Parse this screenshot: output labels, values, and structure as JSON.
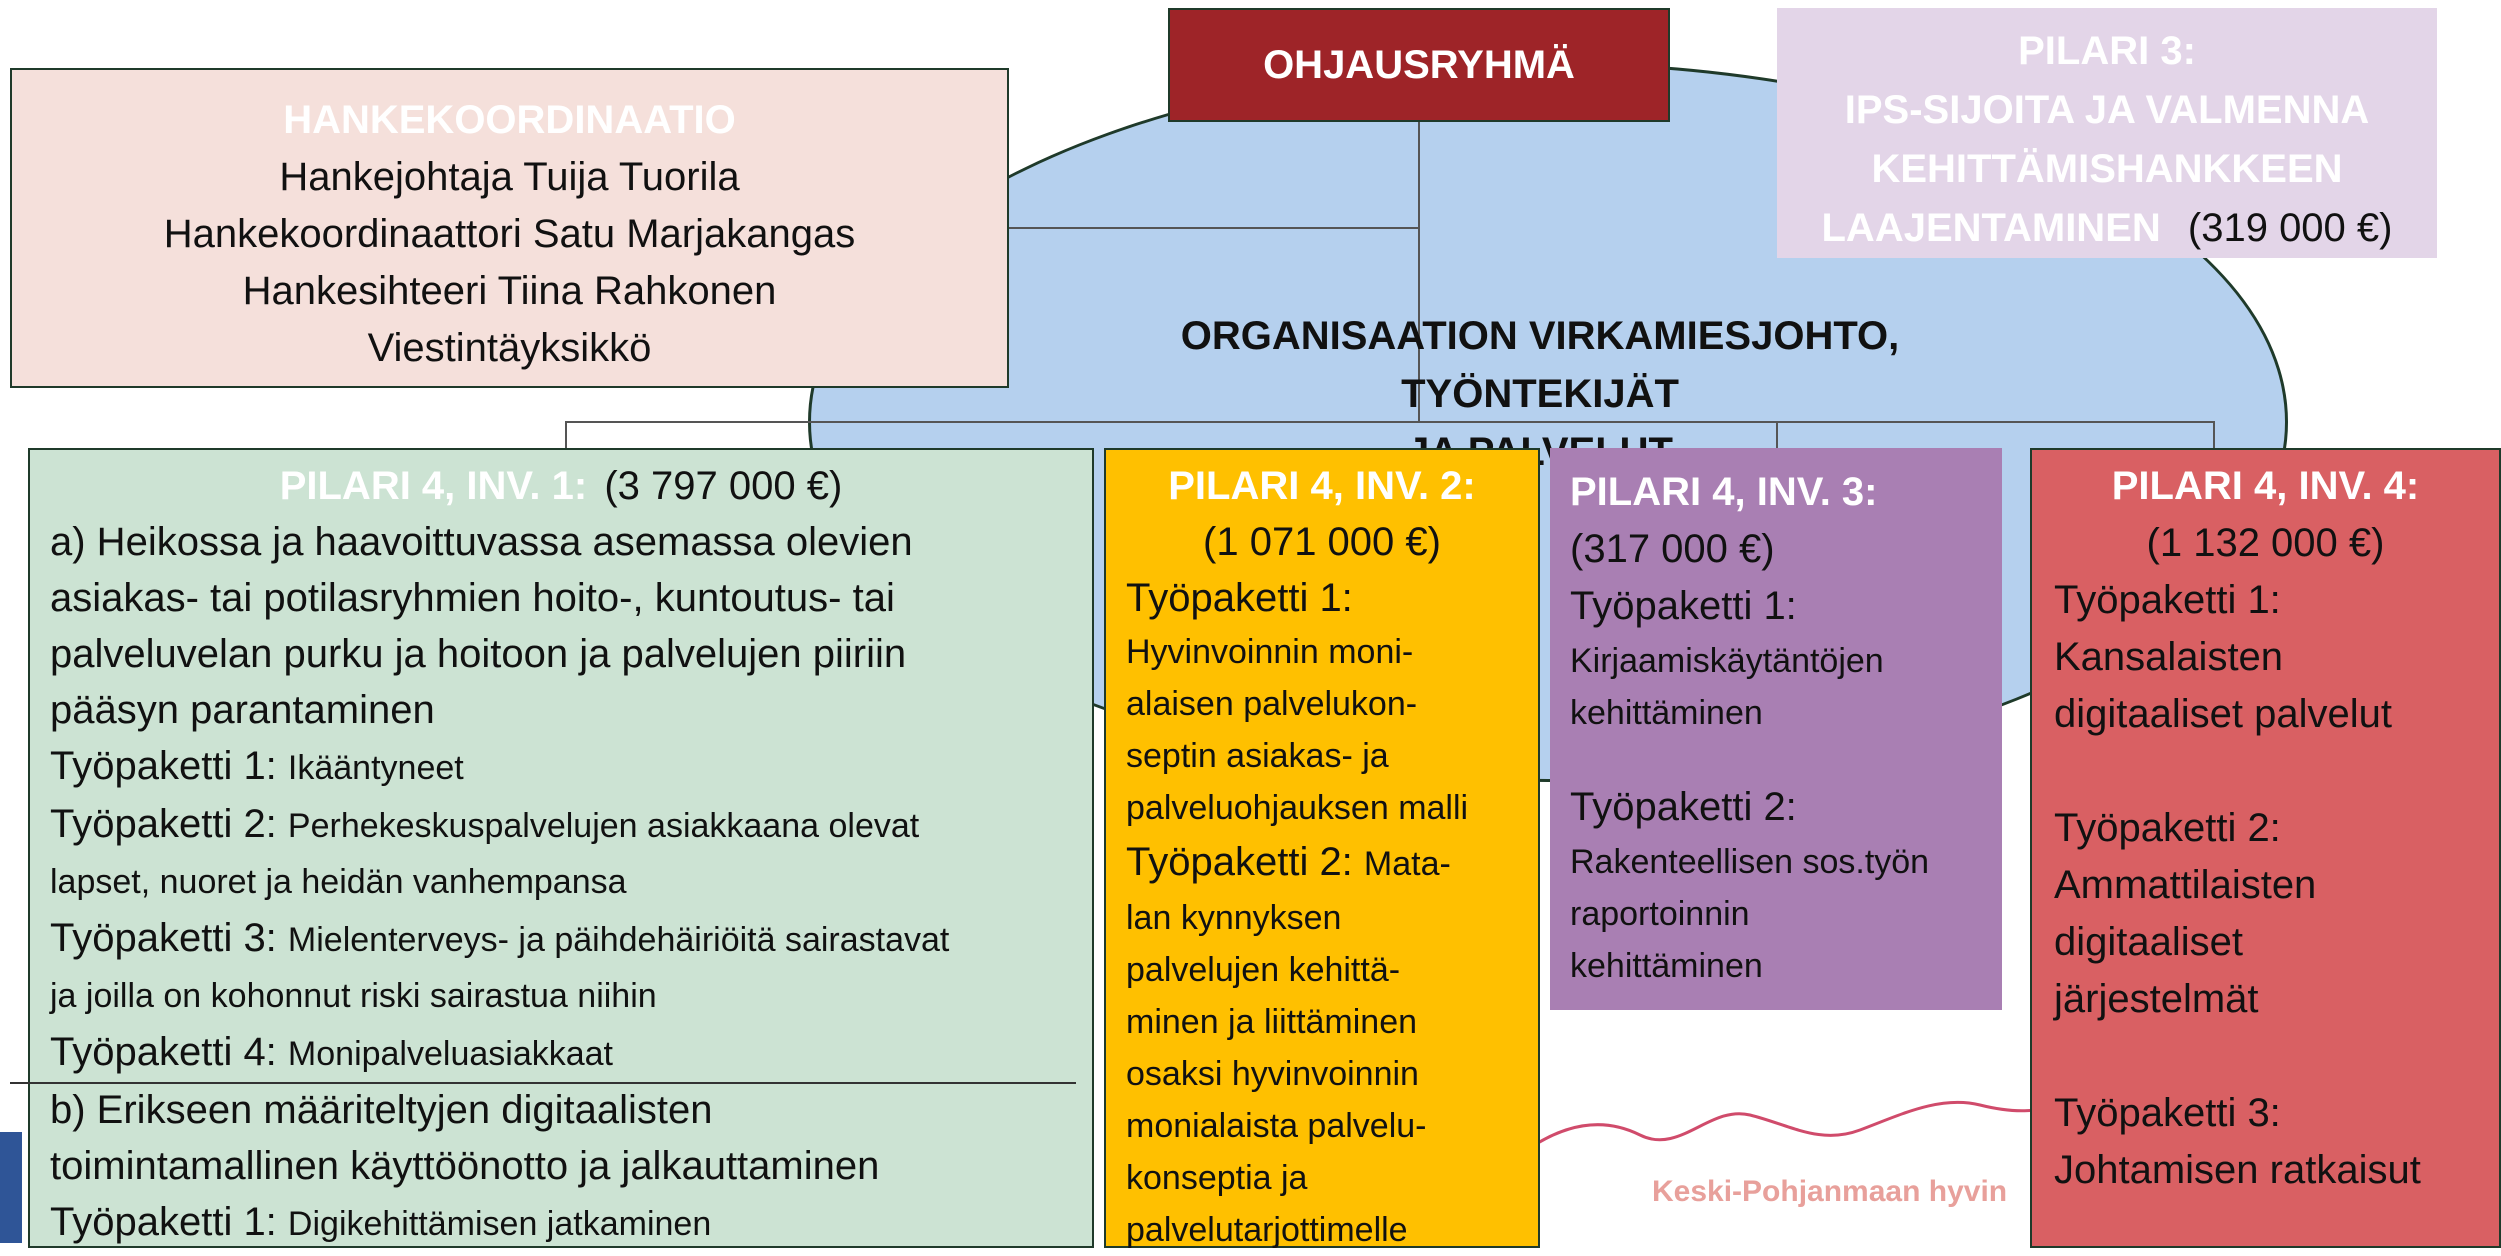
{
  "ohjausryhma": "OHJAUSRYHMÄ",
  "hankekoordinaatio": {
    "title": "HANKEKOORDINAATIO",
    "lines": [
      "Hankejohtaja Tuija Tuorila",
      "Hankekoordinaattori Satu Marjakangas",
      "Hankesihteeri Tiina Rahkonen",
      "Viestintäyksikkö"
    ]
  },
  "pilari3": {
    "line1": "PILARI 3:",
    "line2": "IPS-SIJOITA JA VALMENNA",
    "line3": "KEHITTÄMISHANKKEEN",
    "line4": "LAAJENTAMINEN",
    "amount": "(319 000 €)"
  },
  "organisation": {
    "line1": "ORGANISAATION VIRKAMIESJOHTO, TYÖNTEKIJÄT",
    "line2": "JA PALVELUT"
  },
  "pilari41": {
    "title": "PILARI 4, INV. 1:",
    "amount": "(3 797 000 €)",
    "a_lines": [
      "a) Heikossa ja haavoittuvassa asemassa olevien",
      "asiakas- tai potilasryhmien hoito-, kuntoutus- tai",
      "palveluvelan purku ja hoitoon ja palvelujen piiriin",
      "pääsyn parantaminen"
    ],
    "wp1_label": "Työpaketti 1:",
    "wp1_text": "Ikääntyneet",
    "wp2_label": "Työpaketti 2:",
    "wp2_text": "Perhekeskuspalvelujen asiakkaana olevat",
    "wp2_text2": "lapset, nuoret ja heidän vanhempansa",
    "wp3_label": "Työpaketti 3:",
    "wp3_text": "Mielenterveys- ja päihdehäiriöitä sairastavat",
    "wp3_text2": "ja joilla on kohonnut riski sairastua niihin",
    "wp4_label": "Työpaketti 4:",
    "wp4_text": "Monipalveluasiakkaat",
    "b_lines": [
      "b) Erikseen määriteltyjen digitaalisten",
      "toimintamallinen käyttöönotto ja jalkauttaminen"
    ],
    "b_wp1_label": "Työpaketti 1:",
    "b_wp1_text": "Digikehittämisen jatkaminen"
  },
  "pilari42": {
    "title": "PILARI 4, INV. 2:",
    "amount": "(1 071 000 €)",
    "wp1_label": "Työpaketti 1:",
    "wp1_lines": [
      "Hyvinvoinnin moni-",
      "alaisen palvelukon-",
      "septin asiakas- ja",
      "palveluohjauksen malli"
    ],
    "wp2_label": "Työpaketti 2:",
    "wp2_first": "Mata-",
    "wp2_lines": [
      "lan kynnyksen",
      "palvelujen kehittä-",
      "minen ja liittäminen",
      "osaksi hyvinvoinnin",
      "monialaista palvelu-",
      "konseptia ja",
      "palvelutarjottimelle"
    ]
  },
  "pilari43": {
    "title": "PILARI 4, INV. 3:",
    "amount": "(317 000 €)",
    "wp1_label": "Työpaketti 1:",
    "wp1_lines": [
      "Kirjaamiskäytäntöjen",
      "kehittäminen"
    ],
    "wp2_label": "Työpaketti 2:",
    "wp2_lines": [
      "Rakenteellisen sos.työn",
      "raportoinnin",
      "kehittäminen"
    ]
  },
  "pilari44": {
    "title": "PILARI 4, INV. 4:",
    "amount": "(1 132 000 €)",
    "wp1_label": "Työpaketti 1:",
    "wp1_lines": [
      "Kansalaisten",
      "digitaaliset palvelut"
    ],
    "wp2_label": "Työpaketti 2:",
    "wp2_lines": [
      "Ammattilaisten",
      "digitaaliset",
      "järjestelmät"
    ],
    "wp3_label": "Työpaketti 3:",
    "wp3_lines": [
      "Johtamisen ratkaisut"
    ]
  },
  "footer_brand": "Keski-Pohjanmaan hyvin",
  "colors": {
    "ohjausryhma": "#9e2428",
    "hankekoordinaatio": "#f5e0db",
    "pilari3": "#e3d5e8",
    "ellipse": "#b5d0ee",
    "pilari41": "#cce3d3",
    "pilari42": "#ffc000",
    "pilari43": "#a97fb3",
    "pilari44": "#d96063"
  }
}
